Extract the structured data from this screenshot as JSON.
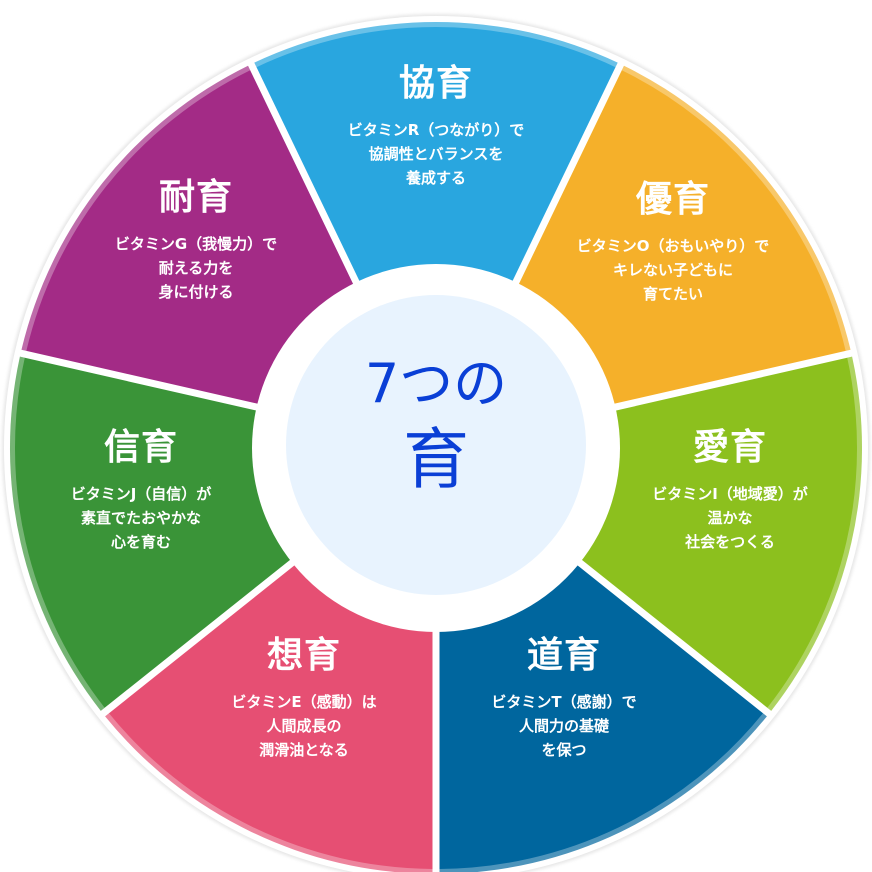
{
  "diagram": {
    "title_line1": "7つの",
    "title_line2": "育",
    "center_text_color": "#0a3fd6",
    "center_fill": "#e8f3fe",
    "segments": [
      {
        "title": "協育",
        "color": "#29a6df",
        "desc": [
          "ビタミンR（つながり）で",
          "協調性とバランスを",
          "養成する"
        ]
      },
      {
        "title": "優育",
        "color": "#f5b02a",
        "desc": [
          "ビタミンO（おもいやり）で",
          "キレない子どもに",
          "育てたい"
        ]
      },
      {
        "title": "愛育",
        "color": "#8cc01e",
        "desc": [
          "ビタミンI（地域愛）が",
          "温かな",
          "社会をつくる"
        ]
      },
      {
        "title": "道育",
        "color": "#00669e",
        "desc": [
          "ビタミンT（感謝）で",
          "人間力の基礎",
          "を保つ"
        ]
      },
      {
        "title": "想育",
        "color": "#e64f73",
        "desc": [
          "ビタミンE（感動）は",
          "人間成長の",
          "潤滑油となる"
        ]
      },
      {
        "title": "信育",
        "color": "#3a9438",
        "desc": [
          "ビタミンJ（自信）が",
          "素直でたおやかな",
          "心を育む"
        ]
      },
      {
        "title": "耐育",
        "color": "#a32b86",
        "desc": [
          "ビタミンG（我慢力）で",
          "耐える力を",
          "身に付ける"
        ]
      }
    ]
  }
}
